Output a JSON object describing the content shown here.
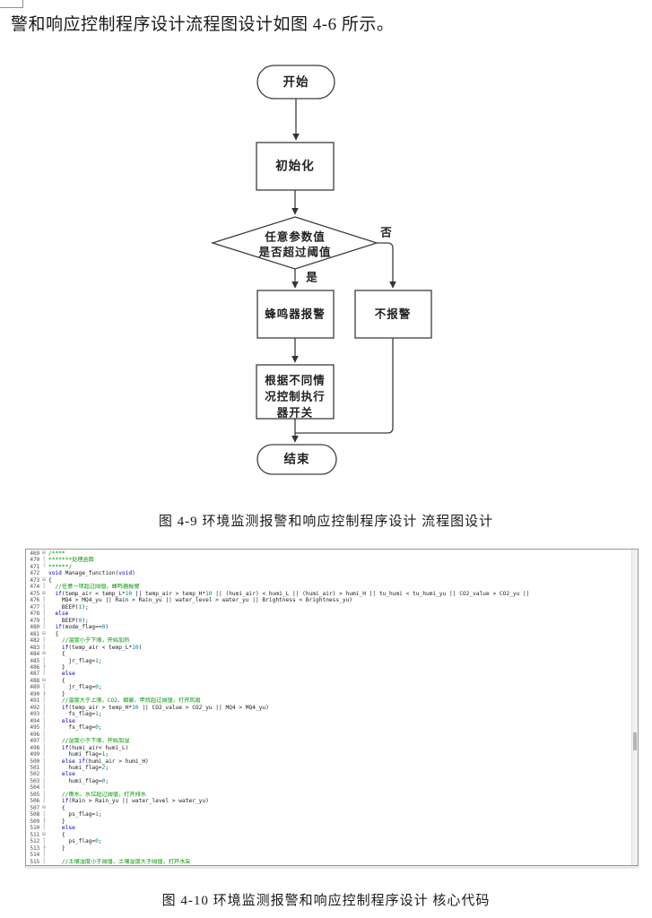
{
  "theme": {
    "page_bg": "#ffffff",
    "text": "#1a1a1a",
    "flow_stroke": "#3d3d3d",
    "code_border": "#9a9a9a",
    "keyword": "#0000cc",
    "comment": "#009600",
    "number": "#00808c",
    "plain": "#1c1c1c",
    "line_number": "#4f4f4f",
    "fold": "#6f6f6f",
    "scroll_track": "#f1f1f1",
    "scroll_thumb": "#b4b4b4"
  },
  "page": {
    "intro_text": "警和响应控制程序设计流程图设计如图 4-6 所示。",
    "caption_flowchart": "图 4-9 环境监测报警和响应控制程序设计 流程图设计",
    "caption_code": "图 4-10 环境监测报警和响应控制程序设计 核心代码"
  },
  "flowchart": {
    "nodes": {
      "start": "开始",
      "init": "初始化",
      "decision_line1": "任意参数值",
      "decision_line2": "是否超过阈值",
      "yes_label": "是",
      "no_label": "否",
      "alarm": "蜂鸣器报警",
      "no_alarm": "不报警",
      "control_line1": "根据不同情",
      "control_line2": "况控制执行",
      "control_line3": "器开关",
      "end": "结束"
    }
  },
  "code_editor": {
    "lines": [
      [
        469,
        "box",
        [
          [
            "c",
            "/****"
          ]
        ]
      ],
      [
        470,
        "line",
        [
          [
            "c",
            "*******处理函数"
          ]
        ]
      ],
      [
        471,
        "end",
        [
          [
            "c",
            "******/"
          ]
        ]
      ],
      [
        472,
        "none",
        [
          [
            "k",
            "void"
          ],
          [
            "p",
            " Manage_function("
          ],
          [
            "k",
            "void"
          ],
          [
            "p",
            ")"
          ]
        ]
      ],
      [
        473,
        "box",
        [
          [
            "p",
            "{"
          ]
        ]
      ],
      [
        474,
        "line",
        [
          [
            "c",
            "  //任意一项超过阈值，蜂鸣器报警"
          ]
        ]
      ],
      [
        475,
        "box",
        [
          [
            "p",
            "  "
          ],
          [
            "k",
            "if"
          ],
          [
            "p",
            "(temp_air < temp_L*"
          ],
          [
            "n",
            "10"
          ],
          [
            "p",
            " || temp_air > temp_H*"
          ],
          [
            "n",
            "10"
          ],
          [
            "p",
            " || (humi_air) < humi_L || (humi_air) > humi_H || tu_humi < tu_humi_yu || CO2_value > CO2_yu ||"
          ]
        ]
      ],
      [
        476,
        "line",
        [
          [
            "p",
            "    MQ4 > MQ4_yu || Rain > Rain_yu || water_level > water_yu || Brightness < Brightness_yu)"
          ]
        ]
      ],
      [
        477,
        "line",
        [
          [
            "p",
            "    BEEP("
          ],
          [
            "n",
            "1"
          ],
          [
            "p",
            ");"
          ]
        ]
      ],
      [
        478,
        "line",
        [
          [
            "p",
            "  "
          ],
          [
            "k",
            "else"
          ]
        ]
      ],
      [
        479,
        "line",
        [
          [
            "p",
            "    BEEP("
          ],
          [
            "n",
            "0"
          ],
          [
            "p",
            ");"
          ]
        ]
      ],
      [
        480,
        "line",
        [
          [
            "p",
            "  "
          ],
          [
            "k",
            "if"
          ],
          [
            "p",
            "(mode_flag=="
          ],
          [
            "n",
            "0"
          ],
          [
            "p",
            ")"
          ]
        ]
      ],
      [
        481,
        "box",
        [
          [
            "p",
            "  {"
          ]
        ]
      ],
      [
        482,
        "line",
        [
          [
            "c",
            "    //温度小于下限，开始加热"
          ]
        ]
      ],
      [
        483,
        "line",
        [
          [
            "p",
            "    "
          ],
          [
            "k",
            "if"
          ],
          [
            "p",
            "(temp_air < temp_L*"
          ],
          [
            "n",
            "10"
          ],
          [
            "p",
            ")"
          ]
        ]
      ],
      [
        484,
        "box",
        [
          [
            "p",
            "    {"
          ]
        ]
      ],
      [
        485,
        "line",
        [
          [
            "p",
            "      jr_flag="
          ],
          [
            "n",
            "1"
          ],
          [
            "p",
            ";"
          ]
        ]
      ],
      [
        486,
        "tick",
        [
          [
            "p",
            "    }"
          ]
        ]
      ],
      [
        487,
        "line",
        [
          [
            "p",
            "    "
          ],
          [
            "k",
            "else"
          ]
        ]
      ],
      [
        488,
        "box",
        [
          [
            "p",
            "    {"
          ]
        ]
      ],
      [
        489,
        "line",
        [
          [
            "p",
            "      jr_flag="
          ],
          [
            "n",
            "0"
          ],
          [
            "p",
            ";"
          ]
        ]
      ],
      [
        490,
        "tick",
        [
          [
            "p",
            "    }"
          ]
        ]
      ],
      [
        491,
        "line",
        [
          [
            "c",
            "    //温度大于上限，CO2、烟雾、甲烷超过阈值，打开风扇"
          ]
        ]
      ],
      [
        492,
        "line",
        [
          [
            "p",
            "    "
          ],
          [
            "k",
            "if"
          ],
          [
            "p",
            "(temp_air > temp_H*"
          ],
          [
            "n",
            "10"
          ],
          [
            "p",
            " || CO2_value > CO2_yu || MQ4 > MQ4_yu)"
          ]
        ]
      ],
      [
        493,
        "line",
        [
          [
            "p",
            "      fs_flag="
          ],
          [
            "n",
            "1"
          ],
          [
            "p",
            ";"
          ]
        ]
      ],
      [
        494,
        "line",
        [
          [
            "p",
            "    "
          ],
          [
            "k",
            "else"
          ]
        ]
      ],
      [
        495,
        "line",
        [
          [
            "p",
            "      fs_flag="
          ],
          [
            "n",
            "0"
          ],
          [
            "p",
            ";"
          ]
        ]
      ],
      [
        496,
        "line",
        []
      ],
      [
        497,
        "line",
        [
          [
            "c",
            "    //湿度小于下限，开始加湿"
          ]
        ]
      ],
      [
        498,
        "line",
        [
          [
            "p",
            "    "
          ],
          [
            "k",
            "if"
          ],
          [
            "p",
            "(humi_air< humi_L)"
          ]
        ]
      ],
      [
        499,
        "line",
        [
          [
            "p",
            "      humi_flag="
          ],
          [
            "n",
            "1"
          ],
          [
            "p",
            ";"
          ]
        ]
      ],
      [
        500,
        "line",
        [
          [
            "p",
            "    "
          ],
          [
            "k",
            "else"
          ],
          [
            "p",
            " "
          ],
          [
            "k",
            "if"
          ],
          [
            "p",
            "(humi_air > humi_H)"
          ]
        ]
      ],
      [
        501,
        "line",
        [
          [
            "p",
            "      humi_flag="
          ],
          [
            "n",
            "2"
          ],
          [
            "p",
            ";"
          ]
        ]
      ],
      [
        502,
        "line",
        [
          [
            "p",
            "    "
          ],
          [
            "k",
            "else"
          ]
        ]
      ],
      [
        503,
        "line",
        [
          [
            "p",
            "      humi_flag="
          ],
          [
            "n",
            "0"
          ],
          [
            "p",
            ";"
          ]
        ]
      ],
      [
        504,
        "line",
        []
      ],
      [
        505,
        "line",
        [
          [
            "c",
            "    //雨水、水位超过阈值，打开排水"
          ]
        ]
      ],
      [
        506,
        "line",
        [
          [
            "p",
            "    "
          ],
          [
            "k",
            "if"
          ],
          [
            "p",
            "(Rain > Rain_yu || water_level > water_yu)"
          ]
        ]
      ],
      [
        507,
        "box",
        [
          [
            "p",
            "    {"
          ]
        ]
      ],
      [
        508,
        "line",
        [
          [
            "p",
            "      ps_flag="
          ],
          [
            "n",
            "1"
          ],
          [
            "p",
            ";"
          ]
        ]
      ],
      [
        509,
        "tick",
        [
          [
            "p",
            "    }"
          ]
        ]
      ],
      [
        510,
        "line",
        [
          [
            "p",
            "    "
          ],
          [
            "k",
            "else"
          ]
        ]
      ],
      [
        511,
        "box",
        [
          [
            "p",
            "    {"
          ]
        ]
      ],
      [
        512,
        "line",
        [
          [
            "p",
            "      ps_flag="
          ],
          [
            "n",
            "0"
          ],
          [
            "p",
            ";"
          ]
        ]
      ],
      [
        513,
        "tick",
        [
          [
            "p",
            "    }"
          ]
        ]
      ],
      [
        514,
        "line",
        []
      ],
      [
        515,
        "line",
        [
          [
            "c",
            "    //土壤湿度小于阈值、土壤湿度大于阈值，打开水泵"
          ]
        ]
      ]
    ]
  }
}
